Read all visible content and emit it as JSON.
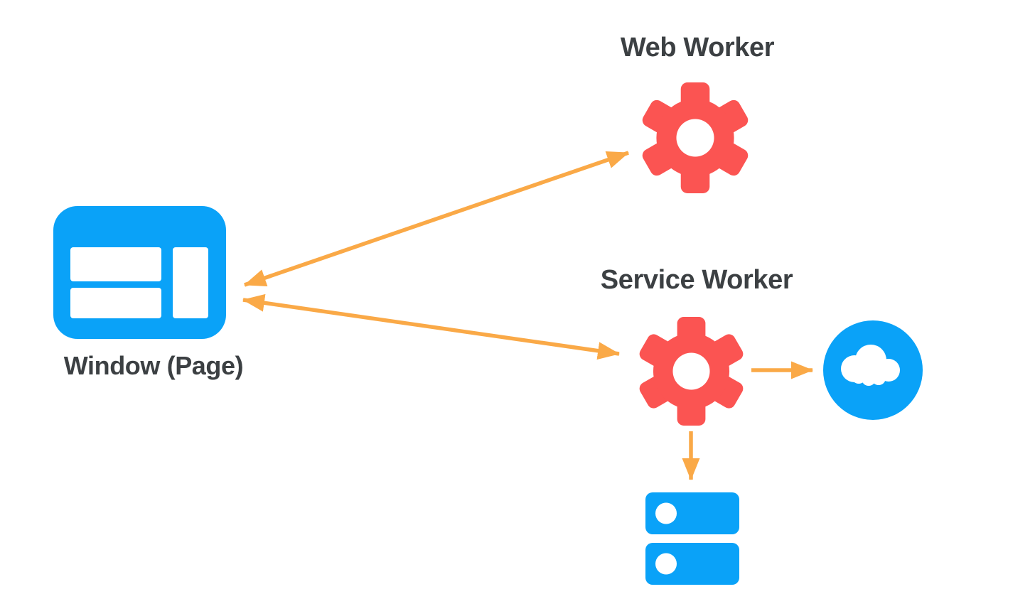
{
  "diagram": {
    "nodes": {
      "window": {
        "label": "Window (Page)",
        "icon": "browser-window-icon"
      },
      "web_worker": {
        "label": "Web Worker",
        "icon": "gear-icon"
      },
      "service_worker": {
        "label": "Service Worker",
        "icon": "gear-icon"
      },
      "cloud": {
        "icon": "cloud-icon"
      },
      "storage": {
        "icon": "database-stack-icon"
      }
    },
    "edges": [
      {
        "from": "window",
        "to": "web_worker",
        "style": "bidirectional-arrow"
      },
      {
        "from": "window",
        "to": "service_worker",
        "style": "bidirectional-arrow"
      },
      {
        "from": "service_worker",
        "to": "cloud",
        "style": "single-arrow"
      },
      {
        "from": "service_worker",
        "to": "storage",
        "style": "single-arrow"
      }
    ],
    "colors": {
      "node_blue": "#0AA2F8",
      "gear_red": "#FB5452",
      "arrow_orange": "#FAA947",
      "label_text": "#3C4043",
      "background": "#FFFFFF"
    }
  }
}
